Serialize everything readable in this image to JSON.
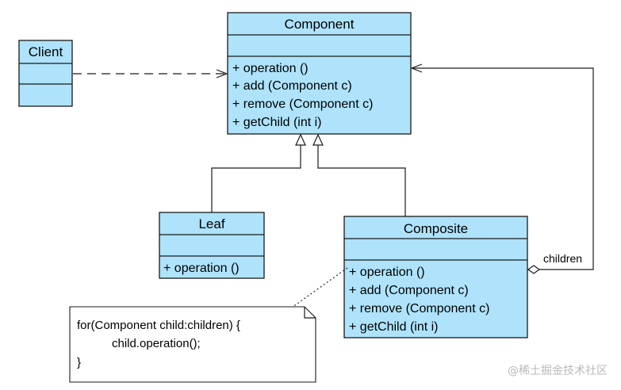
{
  "classes": {
    "client": {
      "name": "Client",
      "members": []
    },
    "component": {
      "name": "Component",
      "members": [
        "+  operation ()",
        "+  add (Component c)",
        "+  remove (Component c)",
        "+  getChild (int i)"
      ]
    },
    "leaf": {
      "name": "Leaf",
      "members": [
        "+  operation ()"
      ]
    },
    "composite": {
      "name": "Composite",
      "members": [
        "+  operation ()",
        "+  add (Component c)",
        "+  remove (Component c)",
        "+  getChild (int i)"
      ]
    }
  },
  "relations": {
    "aggregation_role": "children"
  },
  "note": {
    "lines": [
      "for(Component child:children) {",
      "child.operation();",
      "}"
    ]
  },
  "watermark": "@稀土掘金技术社区",
  "colors": {
    "class_fill": "#aee3fb",
    "line": "#1a1a1a"
  }
}
